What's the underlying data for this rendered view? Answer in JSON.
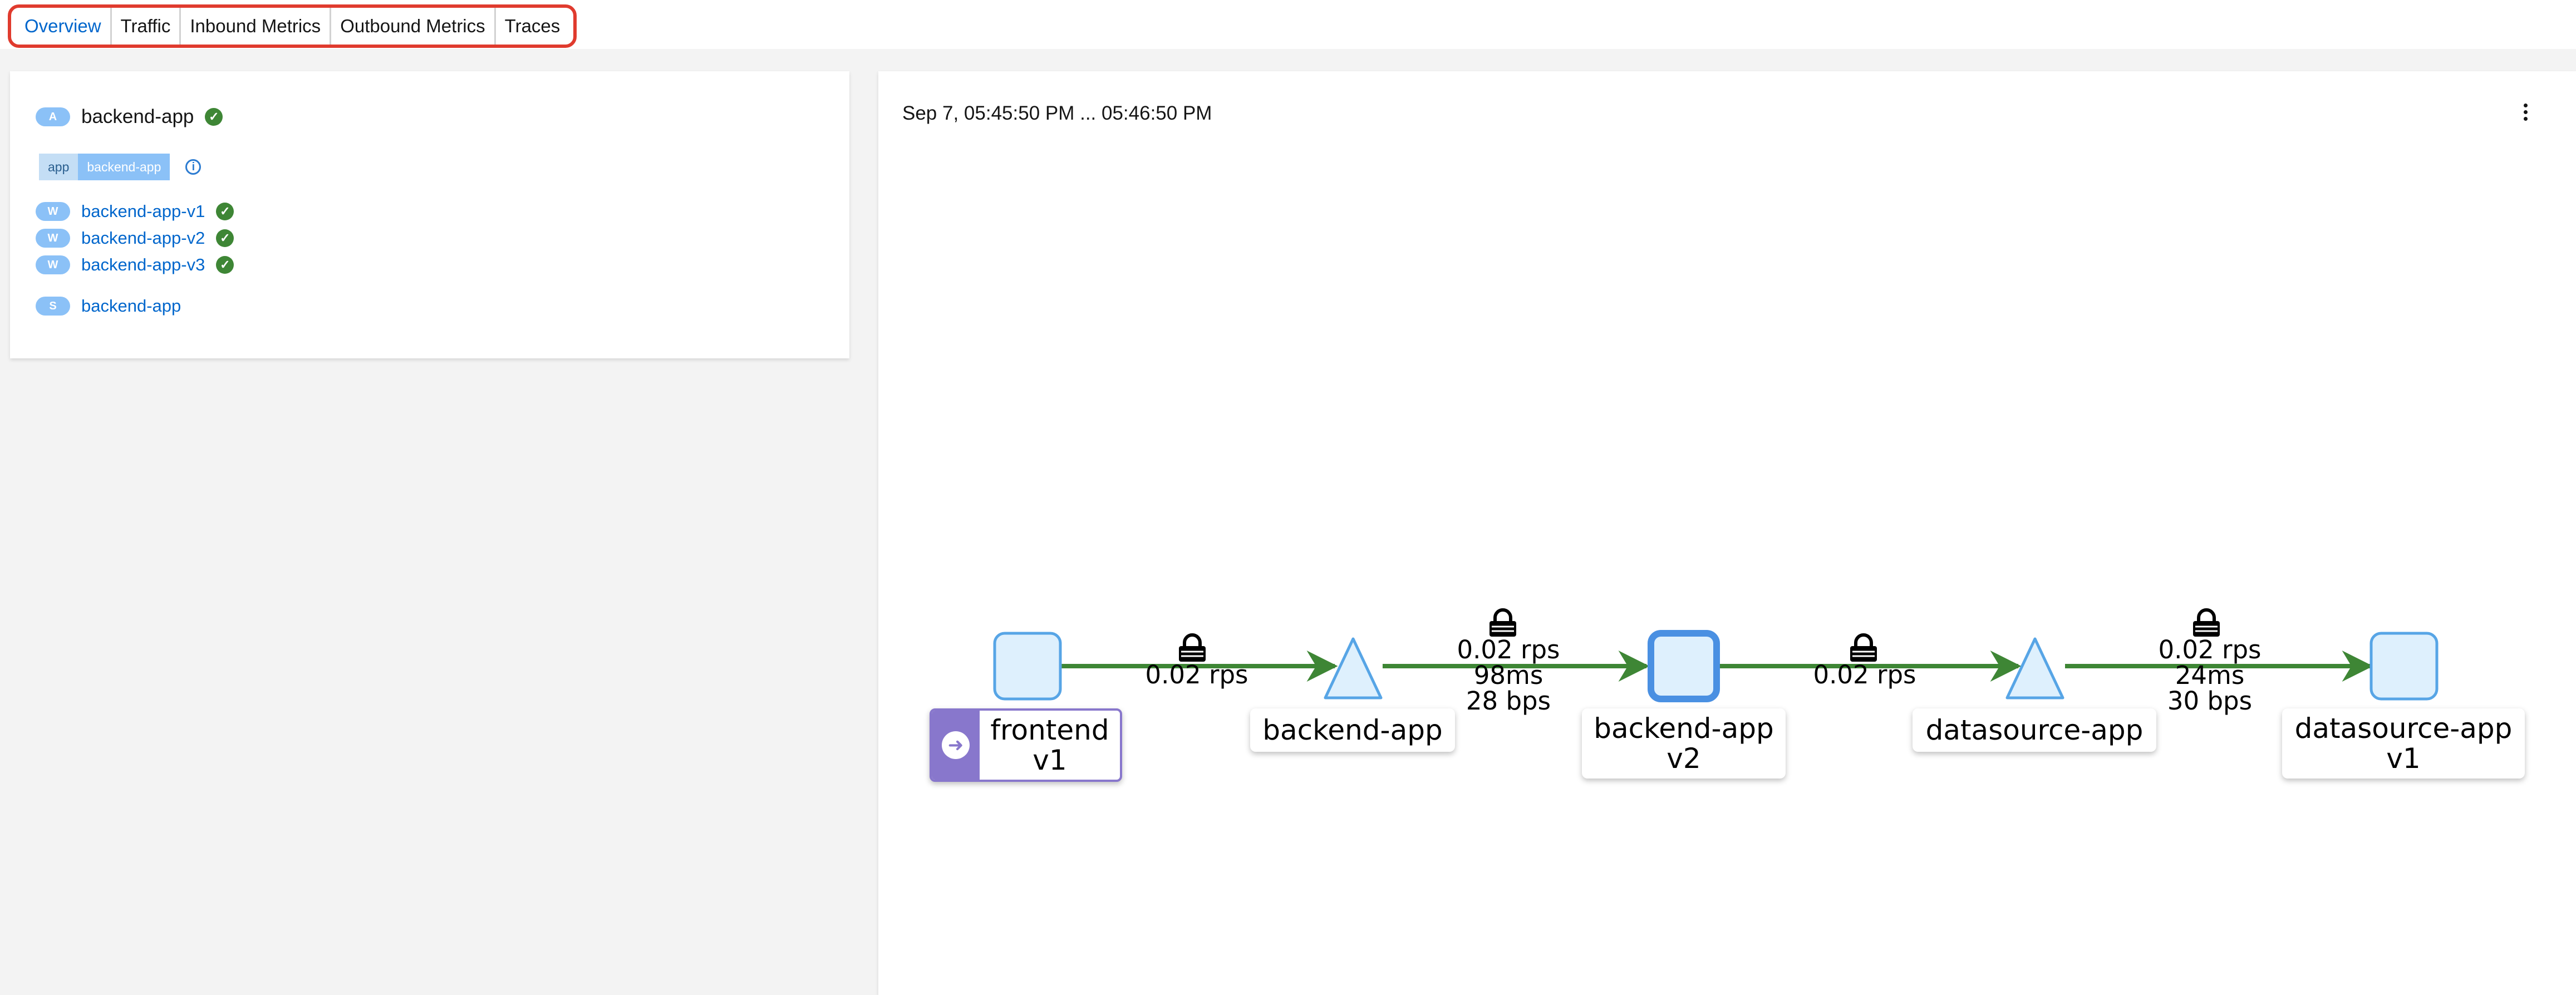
{
  "tabs": [
    {
      "label": "Overview",
      "active": true
    },
    {
      "label": "Traffic",
      "active": false
    },
    {
      "label": "Inbound Metrics",
      "active": false
    },
    {
      "label": "Outbound Metrics",
      "active": false
    },
    {
      "label": "Traces",
      "active": false
    }
  ],
  "overview": {
    "app": {
      "badge": "A",
      "name": "backend-app",
      "status_icon": "check-circle-icon"
    },
    "label": {
      "key": "app",
      "value": "backend-app"
    },
    "workloads": [
      {
        "badge": "W",
        "name": "backend-app-v1"
      },
      {
        "badge": "W",
        "name": "backend-app-v2"
      },
      {
        "badge": "W",
        "name": "backend-app-v3"
      }
    ],
    "service": {
      "badge": "S",
      "name": "backend-app"
    }
  },
  "graph": {
    "time_range": "Sep 7, 05:45:50 PM ... 05:46:50 PM",
    "nodes": [
      {
        "line1": "frontend",
        "line2": "v1"
      },
      {
        "line1": "backend-app",
        "line2": ""
      },
      {
        "line1": "backend-app",
        "line2": "v2"
      },
      {
        "line1": "datasource-app",
        "line2": ""
      },
      {
        "line1": "datasource-app",
        "line2": "v1"
      }
    ],
    "edges": [
      {
        "rps": "0.02 rps",
        "latency": "",
        "throughput": ""
      },
      {
        "rps": "0.02 rps",
        "latency": "98ms",
        "throughput": "28 bps"
      },
      {
        "rps": "0.02 rps",
        "latency": "",
        "throughput": ""
      },
      {
        "rps": "0.02 rps",
        "latency": "24ms",
        "throughput": "30 bps"
      }
    ],
    "colors": {
      "edge": "#3e8635",
      "node_fill": "#def0fd",
      "node_stroke": "#57a5e6",
      "selected_stroke": "#4a90e2",
      "root_badge": "#8877cc"
    }
  }
}
